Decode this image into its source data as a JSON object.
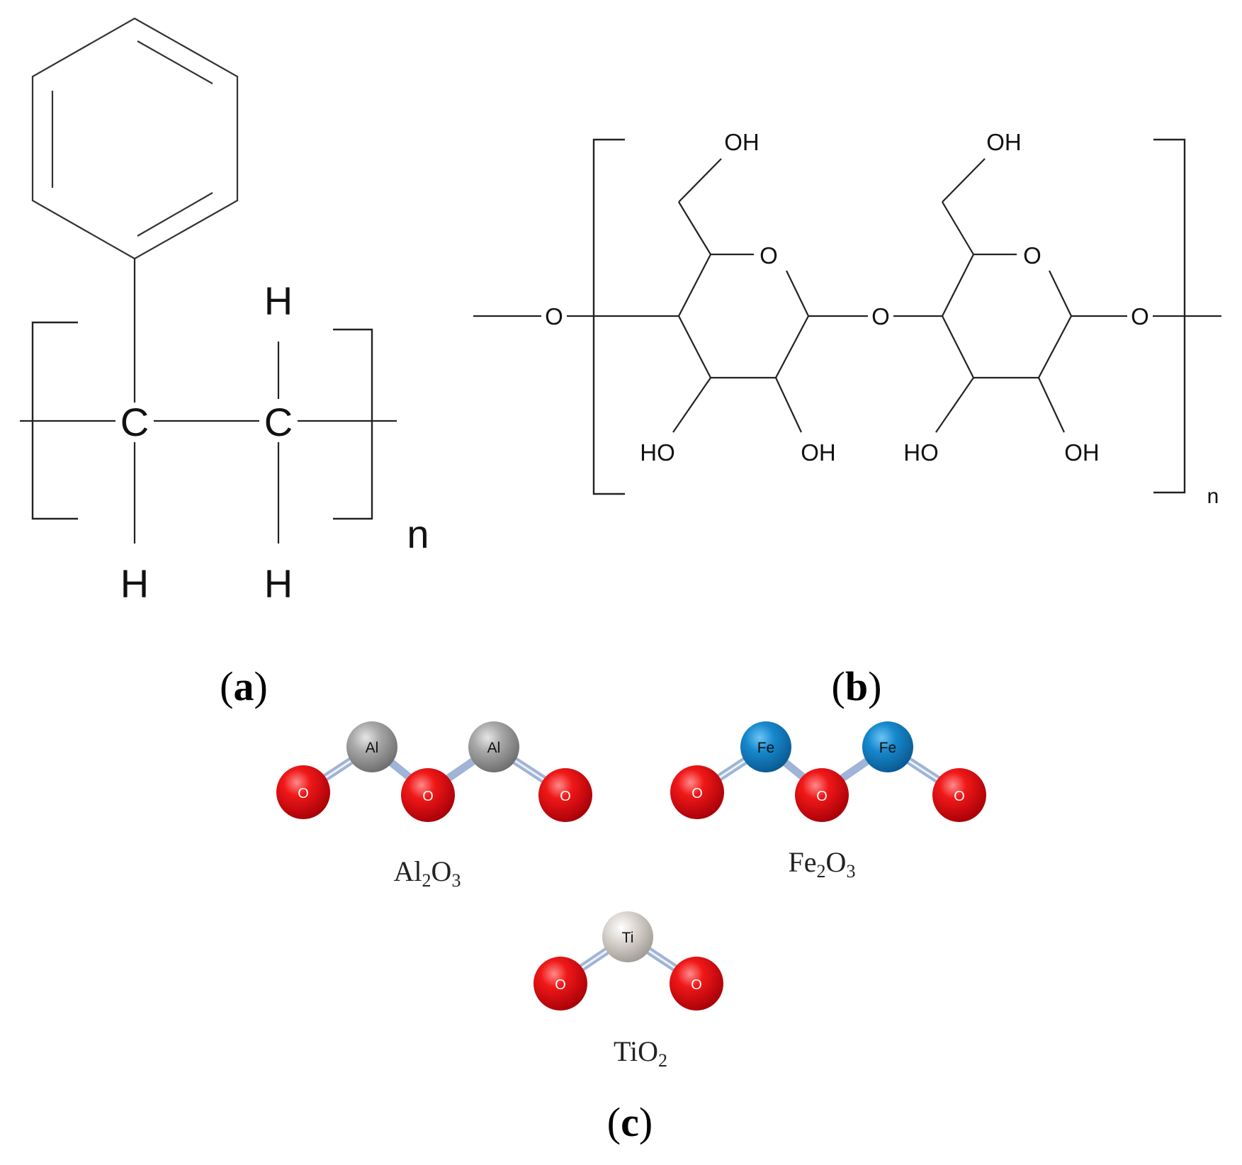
{
  "panel_a": {
    "label_open": "(",
    "label_letter": "a",
    "label_close": ")",
    "atoms": {
      "c1": "C",
      "c2": "C",
      "h_top": "H",
      "h_bottom_left": "H",
      "h_bottom_right": "H"
    },
    "repeat_subscript": "n"
  },
  "panel_b": {
    "label_open": "(",
    "label_letter": "b",
    "label_close": ")",
    "atoms": {
      "o_left": "O",
      "o_bridge": "O",
      "o_right": "O",
      "ring1_o": "O",
      "ring2_o": "O",
      "ring1_ch2oh": "OH",
      "ring2_ch2oh": "OH",
      "ring1_ho": "HO",
      "ring1_oh": "OH",
      "ring2_ho": "HO",
      "ring2_oh": "OH"
    },
    "repeat_subscript": "n"
  },
  "panel_c": {
    "label_open": "(",
    "label_letter": "c",
    "label_close": ")",
    "molecules": [
      {
        "metal_symbol": "Al",
        "oxygen_symbol": "O",
        "formula_main": "Al",
        "formula_sub1": "2",
        "formula_mid": "O",
        "formula_sub2": "3",
        "metal_color": "#a6a6a6"
      },
      {
        "metal_symbol": "Fe",
        "oxygen_symbol": "O",
        "formula_main": "Fe",
        "formula_sub1": "2",
        "formula_mid": "O",
        "formula_sub2": "3",
        "metal_color": "#1a86c8"
      },
      {
        "metal_symbol": "Ti",
        "oxygen_symbol": "O",
        "formula_main": "TiO",
        "formula_sub1": "2",
        "metal_color": "#d9d4cf"
      }
    ],
    "oxygen_color": "#e8141c"
  }
}
